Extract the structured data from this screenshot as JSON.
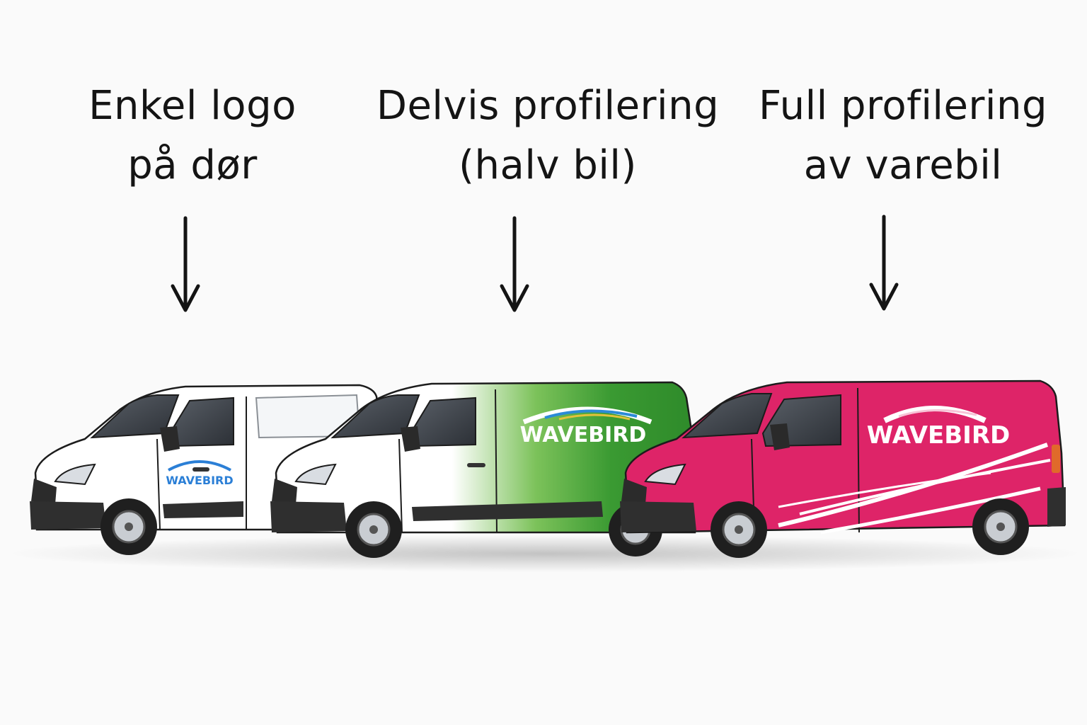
{
  "labels": [
    {
      "line1": "Enkel logo",
      "line2": "på dør"
    },
    {
      "line1": "Delvis profilering",
      "line2": "(halv bil)"
    },
    {
      "line1": "Full profilering",
      "line2": "av varebil"
    }
  ],
  "brand": "WAVEBIRD",
  "colors": {
    "van_white": "#ffffff",
    "green": "#3a9a32",
    "pink": "#de2468",
    "logo_blue": "#2b7fd6",
    "ink": "#141414"
  }
}
